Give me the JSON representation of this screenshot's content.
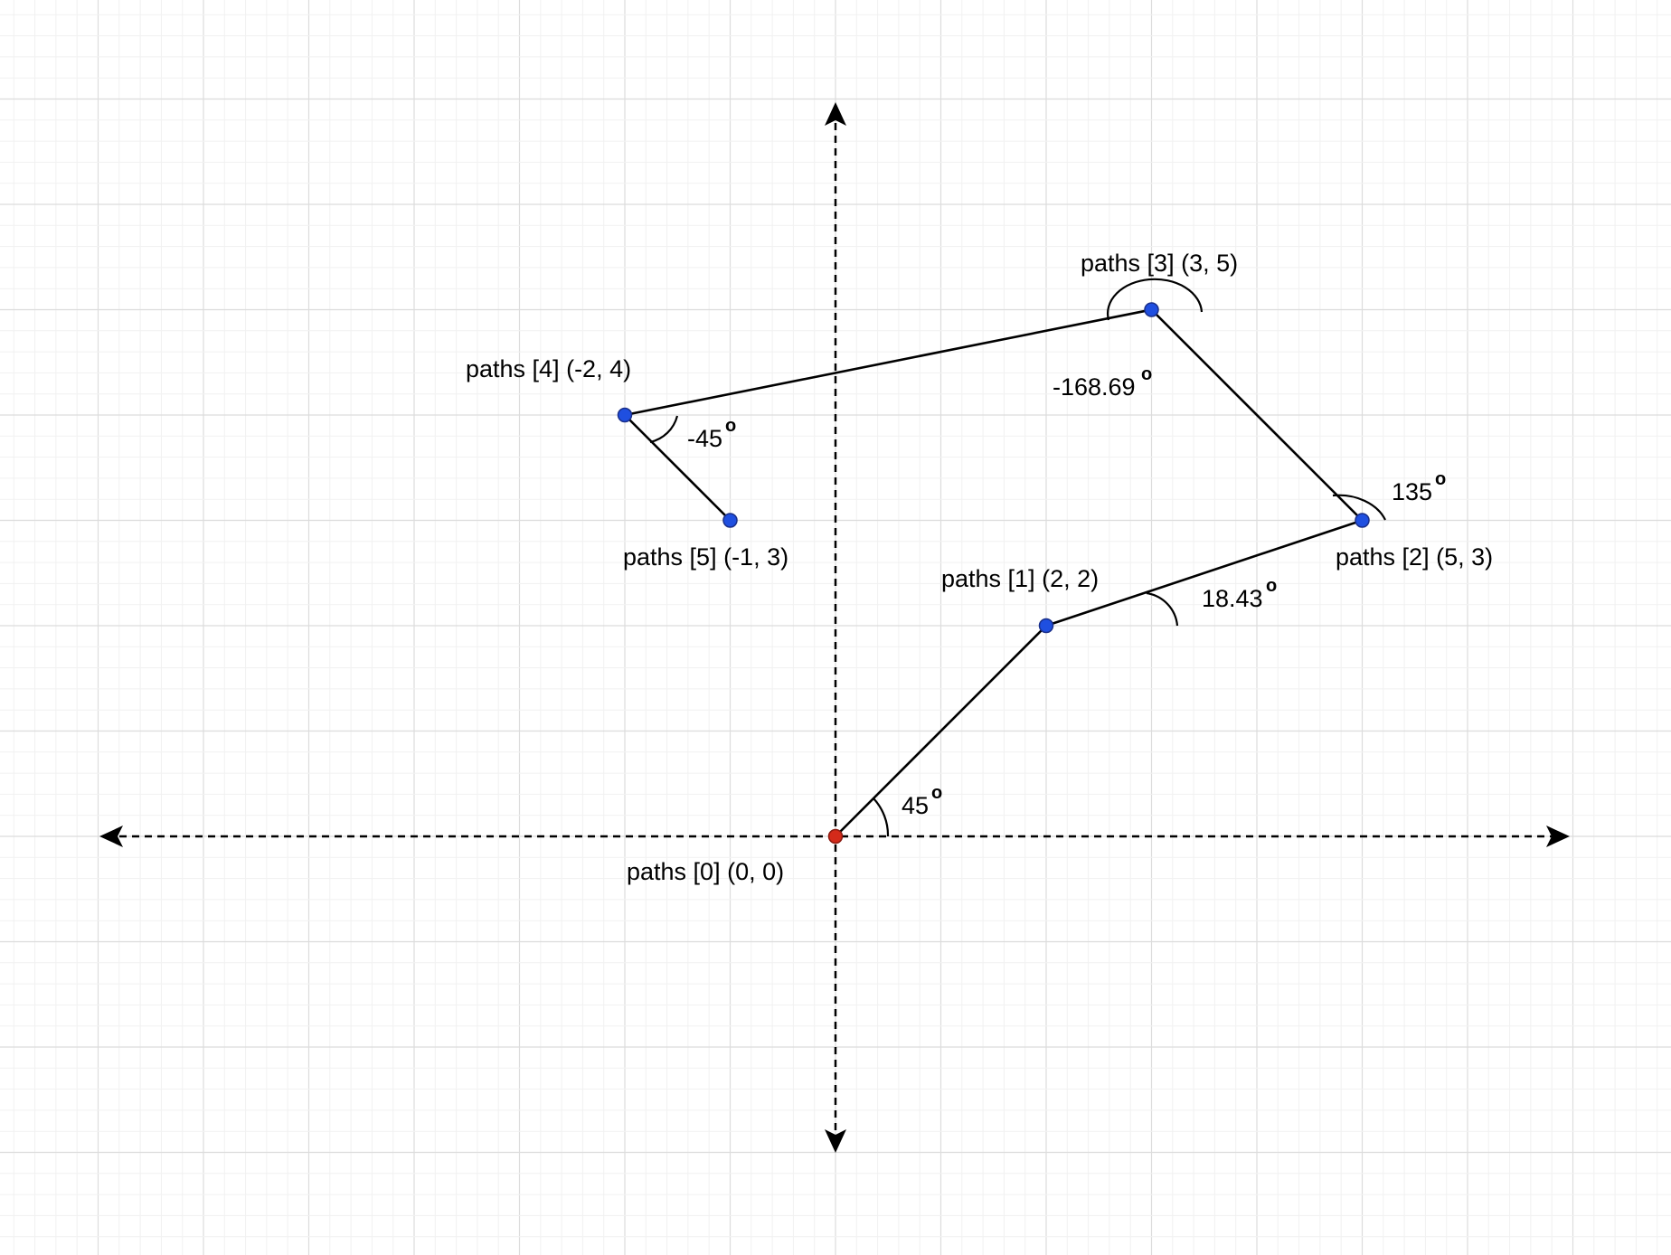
{
  "colors": {
    "grid_minor": "#f1f1f1",
    "grid_major": "#dcdcdc",
    "axis": "#000000",
    "path_line": "#000000",
    "origin_point": "#d42a1a",
    "path_point": "#1f4fe0",
    "point_stroke": "#1a2f8a"
  },
  "points": [
    {
      "label": "paths [0] (0, 0)",
      "x": 0,
      "y": 0,
      "kind": "origin"
    },
    {
      "label": "paths [1] (2, 2)",
      "x": 2,
      "y": 2,
      "kind": "path"
    },
    {
      "label": "paths [2] (5, 3)",
      "x": 5,
      "y": 3,
      "kind": "path"
    },
    {
      "label": "paths [3] (3, 5)",
      "x": 3,
      "y": 5,
      "kind": "path"
    },
    {
      "label": "paths [4] (-2, 4)",
      "x": -2,
      "y": 4,
      "kind": "path"
    },
    {
      "label": "paths [5] (-1, 3)",
      "x": -1,
      "y": 3,
      "kind": "path"
    }
  ],
  "angles": [
    {
      "value": "45",
      "degree_symbol": "o"
    },
    {
      "value": "18.43",
      "degree_symbol": "o"
    },
    {
      "value": "135",
      "degree_symbol": "o"
    },
    {
      "value": "-168.69",
      "degree_symbol": "o"
    },
    {
      "value": "-45",
      "degree_symbol": "o"
    }
  ]
}
